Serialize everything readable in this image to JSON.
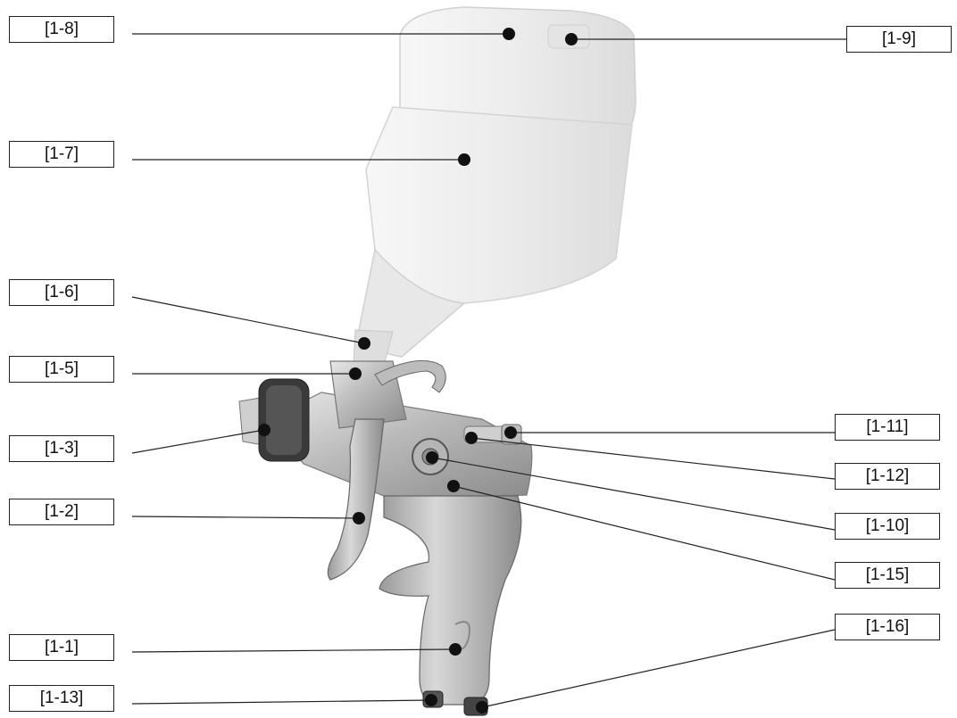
{
  "labels": {
    "l_1_8": "[1-8]",
    "l_1_9": "[1-9]",
    "l_1_7": "[1-7]",
    "l_1_6": "[1-6]",
    "l_1_5": "[1-5]",
    "l_1_3": "[1-3]",
    "l_1_2": "[1-2]",
    "l_1_1": "[1-1]",
    "l_1_13": "[1-13]",
    "l_1_11": "[1-11]",
    "l_1_12": "[1-12]",
    "l_1_10": "[1-10]",
    "l_1_15": "[1-15]",
    "l_1_16": "[1-16]"
  },
  "colors": {
    "cup": "#eeeeee",
    "metal": "#c9c9c9",
    "dark_ring": "#3a3a3a",
    "line": "#222222"
  }
}
